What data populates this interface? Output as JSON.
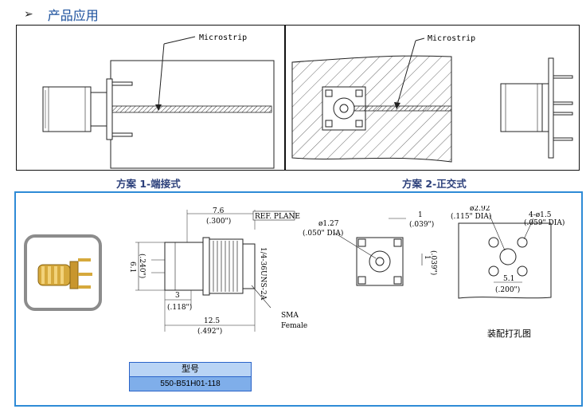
{
  "header": {
    "title": "产品应用"
  },
  "scheme1": {
    "caption": "方案 1-端接式",
    "label": "Microstrip"
  },
  "scheme2": {
    "caption": "方案 2-正交式",
    "label": "Microstrip"
  },
  "drawing": {
    "dim_7_6": "7.6",
    "dim_300": "(.300\")",
    "ref_plane": "REF. PLANE",
    "dim_6_1": "6.1",
    "dim_240": "(.240\")",
    "thread": "1/4-36UNS-2A",
    "dim_3": "3",
    "dim_118": "(.118\")",
    "dim_12_5": "12.5",
    "dim_492": "(.492\")",
    "sma": "SMA",
    "female": "Female"
  },
  "front": {
    "dia": "ø1.27",
    "dia_in": "(.050\" DIA)",
    "d1": "1",
    "d1_in": "(.039\")",
    "d1b": "1",
    "d1b_in": "(.039\")"
  },
  "pcb": {
    "d292": "ø2.92",
    "d292_in": "(.115\" DIA)",
    "holes": "4-ø1.5",
    "holes_in": "(.059\" DIA)",
    "d51": "5.1",
    "d51_in": "(.200\")",
    "caption": "装配打孔图"
  },
  "part": {
    "header": "型号",
    "number": "550-B51H01-118"
  }
}
